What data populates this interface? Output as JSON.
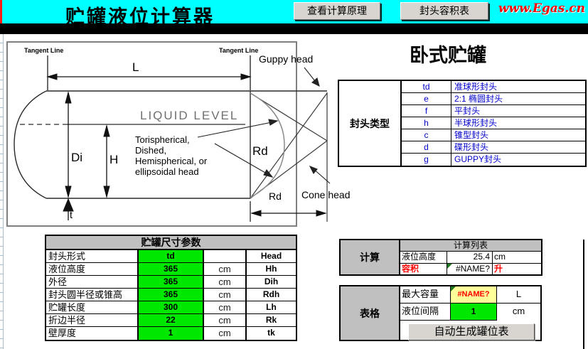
{
  "header": {
    "title": "贮罐液位计算器",
    "btn_principle": "查看计算原理",
    "btn_head_volume": "封头容积表",
    "logo": "www.Egas.cn"
  },
  "diagram": {
    "tangent_left": "Tangent Line",
    "tangent_right": "Tangent Line",
    "dim_L": "L",
    "liquid_level": "LIQUID LEVEL",
    "dim_Di": "Di",
    "dim_H": "H",
    "head_note_line1": "Torispherical,",
    "head_note_line2": "Dished,",
    "head_note_line3": "Hemispherical, or",
    "head_note_line4": "ellipsoidal head",
    "rd_inner": "Rd",
    "guppy_label": "Guppy head",
    "cone_label": "Cone head",
    "rd_bottom": "Rd",
    "t_label": "t"
  },
  "tank_type_title": "卧式贮罐",
  "head_type_table": {
    "row_header": "封头类型",
    "rows": [
      {
        "code": "td",
        "name": "准球形封头"
      },
      {
        "code": "e",
        "name": "2:1 椭圆封头"
      },
      {
        "code": "f",
        "name": "平封头"
      },
      {
        "code": "h",
        "name": "半球形封头"
      },
      {
        "code": "c",
        "name": "锥型封头"
      },
      {
        "code": "d",
        "name": "碟形封头"
      },
      {
        "code": "g",
        "name": "GUPPY封头"
      }
    ]
  },
  "params_table": {
    "title": "贮罐尺寸参数",
    "rows": [
      {
        "label": "封头形式",
        "value": "td",
        "unit": "",
        "symbol": "Head"
      },
      {
        "label": "液位高度",
        "value": "365",
        "unit": "cm",
        "symbol": "Hh"
      },
      {
        "label": "外径",
        "value": "365",
        "unit": "cm",
        "symbol": "Dih"
      },
      {
        "label": "封头圆半径或锥高",
        "value": "365",
        "unit": "cm",
        "symbol": "Rdh"
      },
      {
        "label": "贮罐长度",
        "value": "300",
        "unit": "cm",
        "symbol": "Lh"
      },
      {
        "label": "折边半径",
        "value": "22",
        "unit": "cm",
        "symbol": "Rk"
      },
      {
        "label": "壁厚度",
        "value": "1",
        "unit": "cm",
        "symbol": "tk"
      }
    ]
  },
  "calc_section": {
    "label": "计算",
    "list_title": "计算列表",
    "rows": [
      {
        "label": "液位高度",
        "value": "25.4",
        "unit": "cm"
      },
      {
        "label": "容积",
        "value": "#NAME?",
        "unit": "升"
      }
    ]
  },
  "table_section": {
    "label": "表格",
    "rows": [
      {
        "label": "最大容量",
        "value": "#NAME?",
        "unit": "L"
      },
      {
        "label": "液位间隔",
        "value": "1",
        "unit": "cm"
      }
    ],
    "button": "自动生成罐位表"
  },
  "colors": {
    "header_bg": "#00ffff",
    "input_cell": "#00e800",
    "warn_cell": "#ffff99",
    "section_bg": "#c0c0c0",
    "error_text": "#ff0000",
    "legend_text": "#0000cc"
  }
}
